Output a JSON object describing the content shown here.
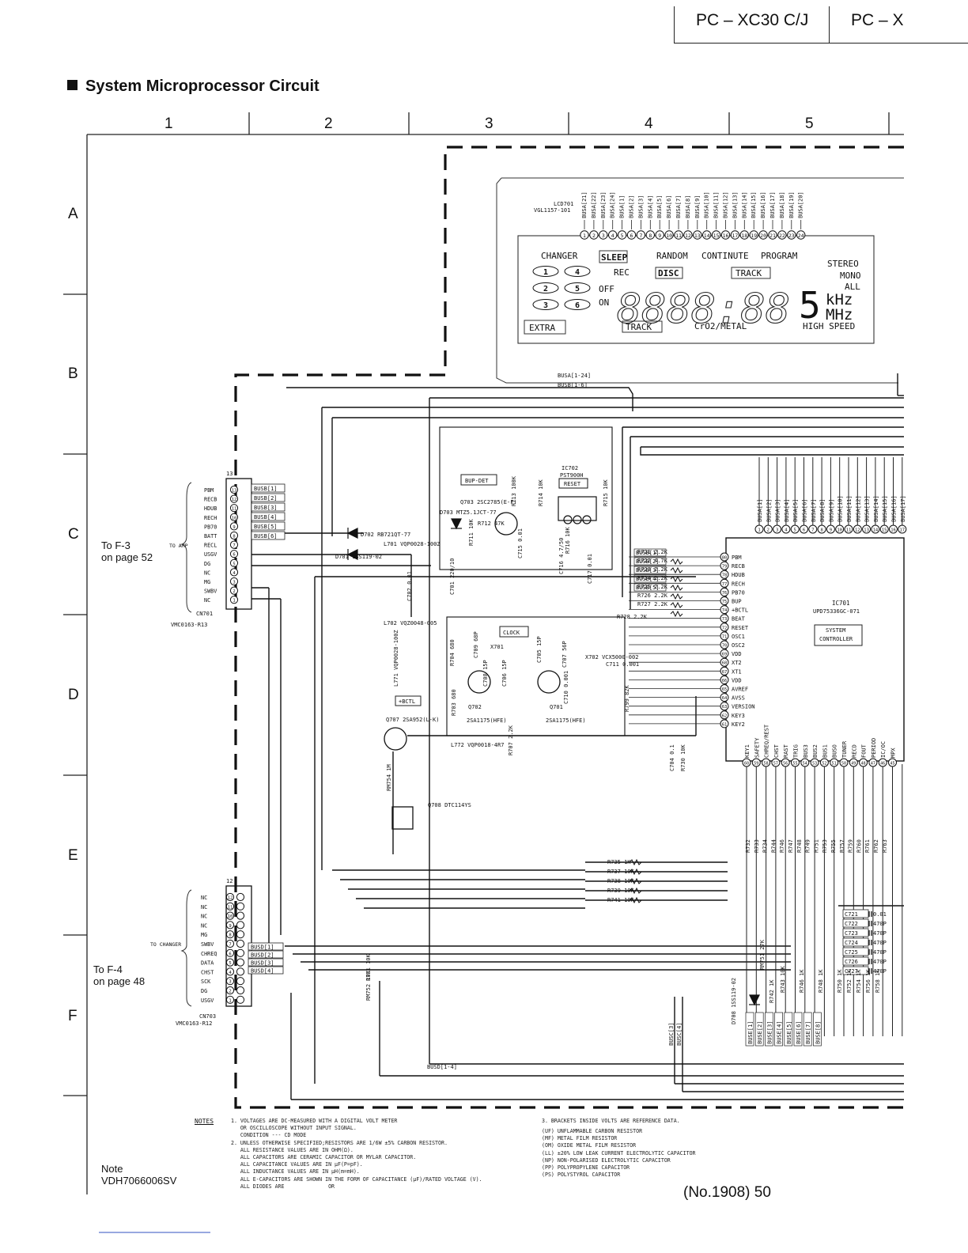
{
  "header": {
    "model_1": "PC – XC30 C/J",
    "model_2": "PC – X"
  },
  "section_title": "System Microprocessor Circuit",
  "grid": {
    "columns": [
      "1",
      "2",
      "3",
      "4",
      "5"
    ],
    "rows": [
      "A",
      "B",
      "C",
      "D",
      "E",
      "F"
    ]
  },
  "connectors": {
    "f3_line1": "To F-3",
    "f3_line2": "on page 52",
    "f3_sub": "TO AMP",
    "f4_line1": "To F-4",
    "f4_line2": "on page 48",
    "f4_sub": "TO CHANGER",
    "cn701_name": "CN701",
    "cn701_part": "VMC0163-R13",
    "cn703_name": "CN703",
    "cn703_part": "VMC0163-R12",
    "cn701_pins": [
      "PBM",
      "RECB",
      "HDUB",
      "RECH",
      "PB70",
      "BATT",
      "RECL",
      "USGV",
      "DG",
      "NC",
      "MG",
      "SWBV",
      "NC"
    ],
    "cn703_pins": [
      "NC",
      "NC",
      "NC",
      "NC",
      "MG",
      "SWBV",
      "CHREQ",
      "DATA",
      "CHST",
      "SCK",
      "DG",
      "USGV"
    ],
    "busb_labels": [
      "BUSB[1]",
      "BUSB[2]",
      "BUSB[3]",
      "BUSB[4]",
      "BUSB[5]",
      "BUSB[6]"
    ],
    "busd_labels": [
      "BUSD[1]",
      "BUSD[2]",
      "BUSD[3]",
      "BUSD[4]"
    ]
  },
  "display": {
    "lcd_name": "LCD701",
    "lcd_part": "VGL1157-101",
    "busa_labels": [
      "BUSA[21]",
      "BUSA[22]",
      "BUSA[23]",
      "BUSA[24]",
      "BUSA[1]",
      "BUSA[2]",
      "BUSA[3]",
      "BUSA[4]",
      "BUSA[5]",
      "BUSA[6]",
      "BUSA[7]",
      "BUSA[8]",
      "BUSA[9]",
      "BUSA[10]",
      "BUSA[11]",
      "BUSA[12]",
      "BUSA[13]",
      "BUSA[14]",
      "BUSA[15]",
      "BUSA[16]",
      "BUSA[17]",
      "BUSA[18]",
      "BUSA[19]",
      "BUSA[20]"
    ],
    "changer": "CHANGER",
    "sleep": "SLEEP",
    "random": "RANDOM",
    "continute": "CONTINUTE",
    "program": "PROGRAM",
    "stereo": "STEREO",
    "mono": "MONO",
    "all": "ALL",
    "rec": "REC",
    "off": "OFF",
    "on": "ON",
    "disc": "DISC",
    "track": "TRACK",
    "khz": "kHz",
    "mhz": "MHz",
    "extra": "EXTRA",
    "crmetal": "CrO2/METAL",
    "high_speed": "HIGH SPEED",
    "digits": "8888:88"
  },
  "components": {
    "bus_a": "BUSA[1-24]",
    "bus_b": "BUSB[1-6]",
    "bus_d": "BUSD[1-4]",
    "bup_det": "BUP-DET",
    "reset": "RESET",
    "clock": "CLOCK",
    "ic702": "IC702",
    "ic702_part": "PST900H",
    "ic701": "IC701",
    "ic701_part": "UPD75336GC-071",
    "system_controller": "SYSTEM CONTROLLER",
    "q703": "Q703 2SC2785(E-F)",
    "q702": "Q702",
    "q701": "Q701",
    "q707": "Q707 2SA952(L-K)",
    "q708": "Q708 DTC114YS",
    "d703": "D703 MTZ5.1JCT-77",
    "d702": "D702 RB721QT-77",
    "d701": "D701 1SS119-02",
    "d708": "D708 1SS119-02",
    "l701": "L701 VQP0028-100Z",
    "l702": "L702 VQZ0048-005",
    "l771": "L771 VQP0028-100Z",
    "l772": "L772 VQP0018-4R7",
    "x701": "X701",
    "x702": "X702 VCX5000-002",
    "sa_pair": "2SA1175(HFE)",
    "bctl": "+BCTL",
    "ic701_pins_left": [
      "PBM",
      "RECB",
      "HDUB",
      "RECH",
      "PB70",
      "BUP",
      "+BCTL",
      "BEAT",
      "RESET",
      "OSC1",
      "OSC2",
      "VDD",
      "XT2",
      "XT1",
      "VDD",
      "AVREF",
      "AVSS",
      "VERSION",
      "KEY3",
      "KEY2"
    ],
    "ic701_pin_nums_left": [
      "80",
      "79",
      "78",
      "77",
      "76",
      "75",
      "74",
      "73",
      "72",
      "71",
      "70",
      "69",
      "68",
      "67",
      "66",
      "65",
      "64",
      "63",
      "62",
      "61"
    ],
    "ic701_top_labels": [
      "BUSA[1]",
      "BUSA[2]",
      "BUSA[3]",
      "BUSA[4]",
      "BUSA[5]",
      "BUSA[6]",
      "BUSA[7]",
      "BUSA[8]",
      "BUSA[9]",
      "BUSA[10]",
      "BUSA[11]",
      "BUSA[12]",
      "BUSA[13]",
      "BUSA[14]",
      "BUSA[15]",
      "BUSA[16]",
      "BUSA[17]"
    ],
    "ic701_bottom_labels": [
      "KEY1",
      "SAFETY",
      "CHREQ/REST",
      "CHST",
      "RAST",
      "TRIG",
      "BUS3",
      "BUS2",
      "BUS1",
      "BUSO",
      "TUNER",
      "RECD",
      "FOUT",
      "PERIOD",
      "IC/OC",
      "MPX"
    ],
    "res_block_left": [
      "R721 2.2K",
      "R722 4.7K",
      "R723 2.2K",
      "R724 2.2K",
      "R725 2.2K",
      "R726 2.2K",
      "R727 2.2K"
    ],
    "res_mid": [
      "R735 1K",
      "R737 10K",
      "R738 10K",
      "R739 10K",
      "R741 10K"
    ],
    "res_vertical": [
      "R732",
      "R733",
      "R734",
      "R744",
      "R746",
      "R747",
      "R748",
      "R749",
      "R751",
      "R753",
      "R755",
      "R757",
      "R759",
      "R760",
      "R761",
      "R762",
      "R763"
    ],
    "caps_right": [
      "C721 0.01",
      "C722 470P",
      "C723 470P",
      "C724 470P",
      "C725 470P",
      "C726 470P",
      "C727 470P"
    ],
    "busc_labels": [
      "BUSC[3]",
      "BUSC[4]"
    ],
    "buse_labels": [
      "BUSE[1]",
      "BUSE[2]",
      "BUSE[3]",
      "BUSE[4]",
      "BUSE[5]",
      "BUSE[6]",
      "BUSE[7]",
      "BUSE[8]"
    ],
    "misc_labels": [
      "R713 100K",
      "R714 10K",
      "R715 10K",
      "R711 10K",
      "R712 47K",
      "C715 0.01",
      "C716 4.7/50",
      "C717 0.01",
      "R716 10K",
      "C701 220/10",
      "C702 0.01",
      "R728 2.2K",
      "R704 680",
      "C709 68P",
      "C708 15P",
      "C706 15P",
      "C705 15P",
      "C707 56P",
      "R703 680",
      "C710 0.001",
      "C711 0.001",
      "R799 82K",
      "RM754 1M",
      "R707 2.2K",
      "C704 0.1",
      "R730 10K",
      "R731 10K",
      "RM752 10K",
      "RM751 27K",
      "R742 1K",
      "R743 10K",
      "R746 1K",
      "R748 1K",
      "R750 1K",
      "R752 1K",
      "R754 1K",
      "R756 1K",
      "R758 1K"
    ]
  },
  "notes": {
    "label": "NOTES",
    "left": [
      "1. VOLTAGES ARE DC-MEASURED WITH A DIGITAL VOLT METER",
      "   OR OSCILLOSCOPE WITHOUT INPUT SIGNAL.",
      "   CONDITION --- CD MODE",
      "2. UNLESS OTHERWISE SPECIFIED;RESISTORS ARE 1/6W ±5% CARBON RESISTOR.",
      "   ALL RESISTANCE VALUES ARE IN OHM(Ω).",
      "   ALL CAPACITORS ARE CERAMIC CAPACITOR OR MYLAR CAPACITOR.",
      "   ALL CAPACITANCE VALUES ARE IN μF(P=pF).",
      "   ALL INDUCTANCE VALUES ARE IN μH(m=mH).",
      "   ALL E-CAPACITORS ARE SHOWN IN THE FORM OF CAPACITANCE (μF)/RATED VOLTAGE (V).",
      "   ALL DIODES ARE              OR"
    ],
    "right_title": "3. BRACKETS INSIDE VOLTS ARE REFERENCE DATA.",
    "right": [
      "UNFLAMMABLE CARBON RESISTOR",
      "METAL FILM RESISTOR",
      "OXIDE METAL FILM RESISTOR",
      "±20% LOW LEAK CURRENT ELECTROLYTIC CAPACITOR",
      "NON-POLARISED ELECTROLYTIC CAPACITOR",
      "POLYPROPYLENE CAPACITOR",
      "POLYSTYROL CAPACITOR"
    ],
    "symbols": [
      "UF",
      "MF",
      "OM",
      "LL",
      "NP",
      "PP",
      "PS"
    ]
  },
  "footer": {
    "note_label": "Note",
    "note_code": "VDH7066006SV",
    "page": "(No.1908) 50"
  }
}
